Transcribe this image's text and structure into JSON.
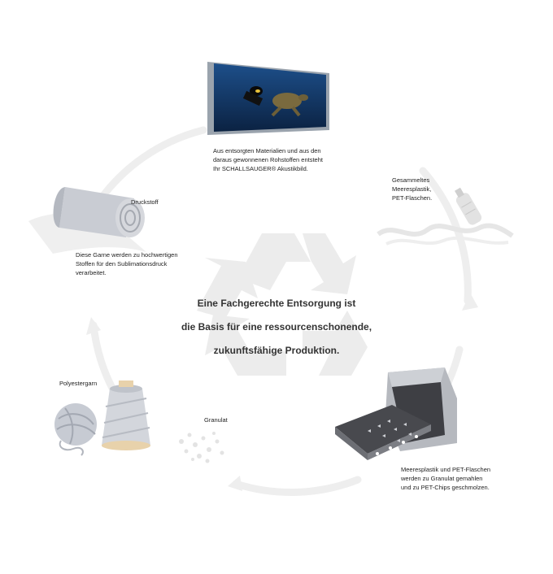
{
  "center": {
    "line1": "Eine Fachgerechte Entsorgung ist",
    "line2": "die Basis für eine ressourcenschonende,",
    "line3": "zukunftsfähige Produktion."
  },
  "steps": {
    "acoustic": {
      "line1": "Aus entsorgten Materialien und aus den",
      "line2": "daraus gewonnenen Rohstoffen entsteht",
      "line3": "Ihr SCHALLSAUGER® Akustikbild."
    },
    "collected": {
      "line1": "Gesammeltes",
      "line2": "Meeresplastik,",
      "line3": "PET-Flaschen."
    },
    "granulate_process": {
      "line1": "Meeresplastik und PET-Flaschen",
      "line2": "werden zu Granulat gemahlen",
      "line3": "und zu PET-Chips geschmolzen."
    },
    "granulat": {
      "label": "Granulat"
    },
    "yarn": {
      "label": "Polyestergarn"
    },
    "fabric": {
      "label": "Druckstoff",
      "line1": "Diese Garne werden zu hochwertigen",
      "line2": "Stoffen für den Sublimationsdruck",
      "line3": "verarbeitet."
    }
  },
  "icons": {
    "recycle": "recycle-icon",
    "photo": "acoustic-panel-photo",
    "bottle": "bottle-icon",
    "machine": "shredder-machine-icon",
    "granules": "granules-icon",
    "yarn": "yarn-icon",
    "fabric": "fabric-roll-icon"
  }
}
